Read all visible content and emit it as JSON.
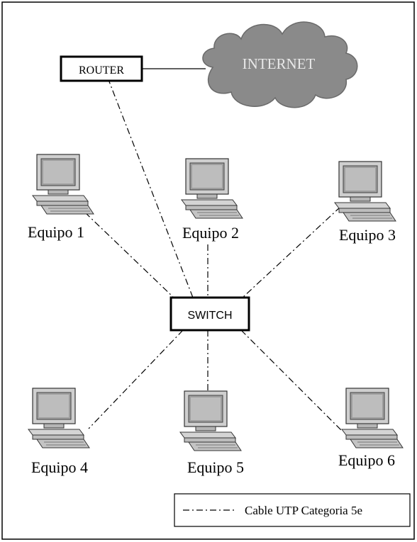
{
  "router": {
    "label": "ROUTER"
  },
  "internet": {
    "label": "INTERNET"
  },
  "switch": {
    "label": "SWITCH"
  },
  "computers": [
    {
      "label": "Equipo 1"
    },
    {
      "label": "Equipo 2"
    },
    {
      "label": "Equipo 3"
    },
    {
      "label": "Equipo 4"
    },
    {
      "label": "Equipo 5"
    },
    {
      "label": "Equipo 6"
    }
  ],
  "legend": {
    "label": "Cable UTP Categoria 5e"
  },
  "colors": {
    "cloud_fill": "#8a8a8a",
    "cloud_text": "#e8e8e8",
    "monitor_gray": "#c8c8c8",
    "screen_gray": "#a9a9a9"
  }
}
